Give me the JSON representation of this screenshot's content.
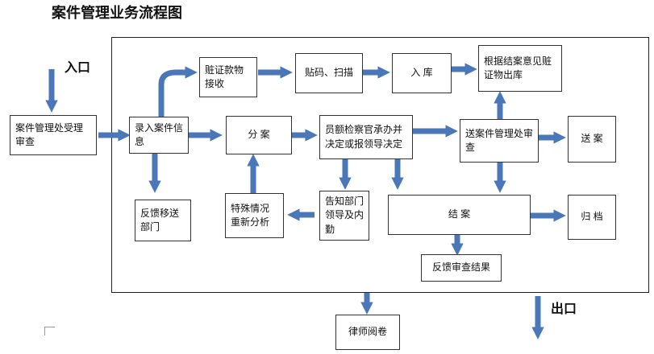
{
  "title": "案件管理业务流程图",
  "entry_label": "入口",
  "exit_label": "出口",
  "colors": {
    "arrow": "#4a77b8",
    "border": "#333333"
  },
  "nodes": {
    "accept": "案件管理处受理审查",
    "record": "录入案件信息",
    "feedback_transfer": "反馈移送部门",
    "stolen_goods": "赃证款物接收",
    "labeling": "贴码、扫描",
    "storage": "入 库",
    "claim": "根据结案意见赃证物出库",
    "assign": "分 案",
    "prosecutor": "员额检察官承办并决定或报领导决定",
    "send_review": "送案件管理处审查",
    "send_case": "送 案",
    "special": "特殊情况重新分析",
    "notify": "告知部门领导及内勤",
    "close_case": "结 案",
    "archive": "归 档",
    "feedback_result": "反馈审查结果",
    "lawyer": "律师阅卷"
  }
}
